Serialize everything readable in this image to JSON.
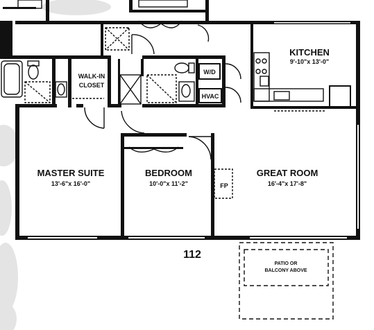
{
  "rooms": {
    "kitchen": {
      "name": "KITCHEN",
      "dims": "9'-10\"x 13'-0\""
    },
    "master_suite": {
      "name": "MASTER SUITE",
      "dims": "13'-6\"x 16'-0\""
    },
    "bedroom": {
      "name": "BEDROOM",
      "dims": "10'-0\"x 11'-2\""
    },
    "great_room": {
      "name": "GREAT ROOM",
      "dims": "16'-4\"x 17'-8\""
    }
  },
  "labels": {
    "walk_in_closet_line1": "WALK-IN",
    "walk_in_closet_line2": "CLOSET",
    "washer_dryer": "W/D",
    "hvac": "HVAC",
    "fireplace": "FP",
    "patio_line1": "PATIO  OR",
    "patio_line2": "BALCONY ABOVE",
    "unit_number": "112"
  }
}
